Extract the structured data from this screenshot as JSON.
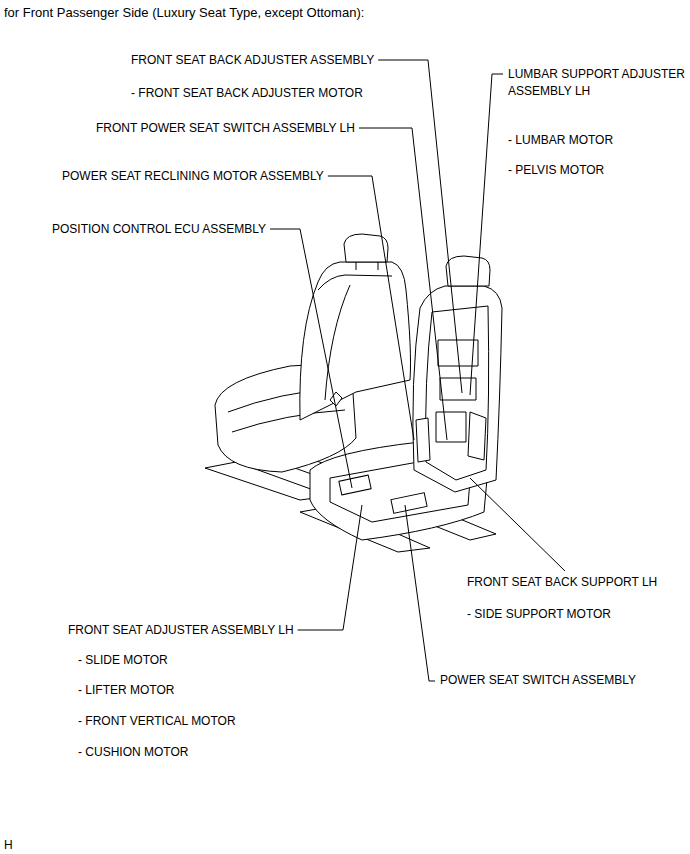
{
  "diagram": {
    "title": "for Front Passenger Side (Luxury Seat Type, except Ottoman):",
    "labels": [
      "FRONT SEAT BACK ADJUSTER ASSEMBLY",
      "- FRONT SEAT BACK ADJUSTER MOTOR",
      "LUMBAR SUPPORT ADJUSTER ASSEMBLY LH",
      "- LUMBAR MOTOR",
      "- PELVIS MOTOR",
      "FRONT POWER SEAT SWITCH ASSEMBLY LH",
      "POWER SEAT RECLINING MOTOR ASSEMBLY",
      "POSITION CONTROL ECU ASSEMBLY",
      "FRONT SEAT BACK SUPPORT LH",
      "- SIDE SUPPORT MOTOR",
      "FRONT SEAT ADJUSTER ASSEMBLY LH",
      "- SLIDE MOTOR",
      "- LIFTER MOTOR",
      "- FRONT VERTICAL MOTOR",
      "- CUSHION MOTOR",
      "POWER SEAT SWITCH ASSEMBLY",
      "H"
    ]
  }
}
